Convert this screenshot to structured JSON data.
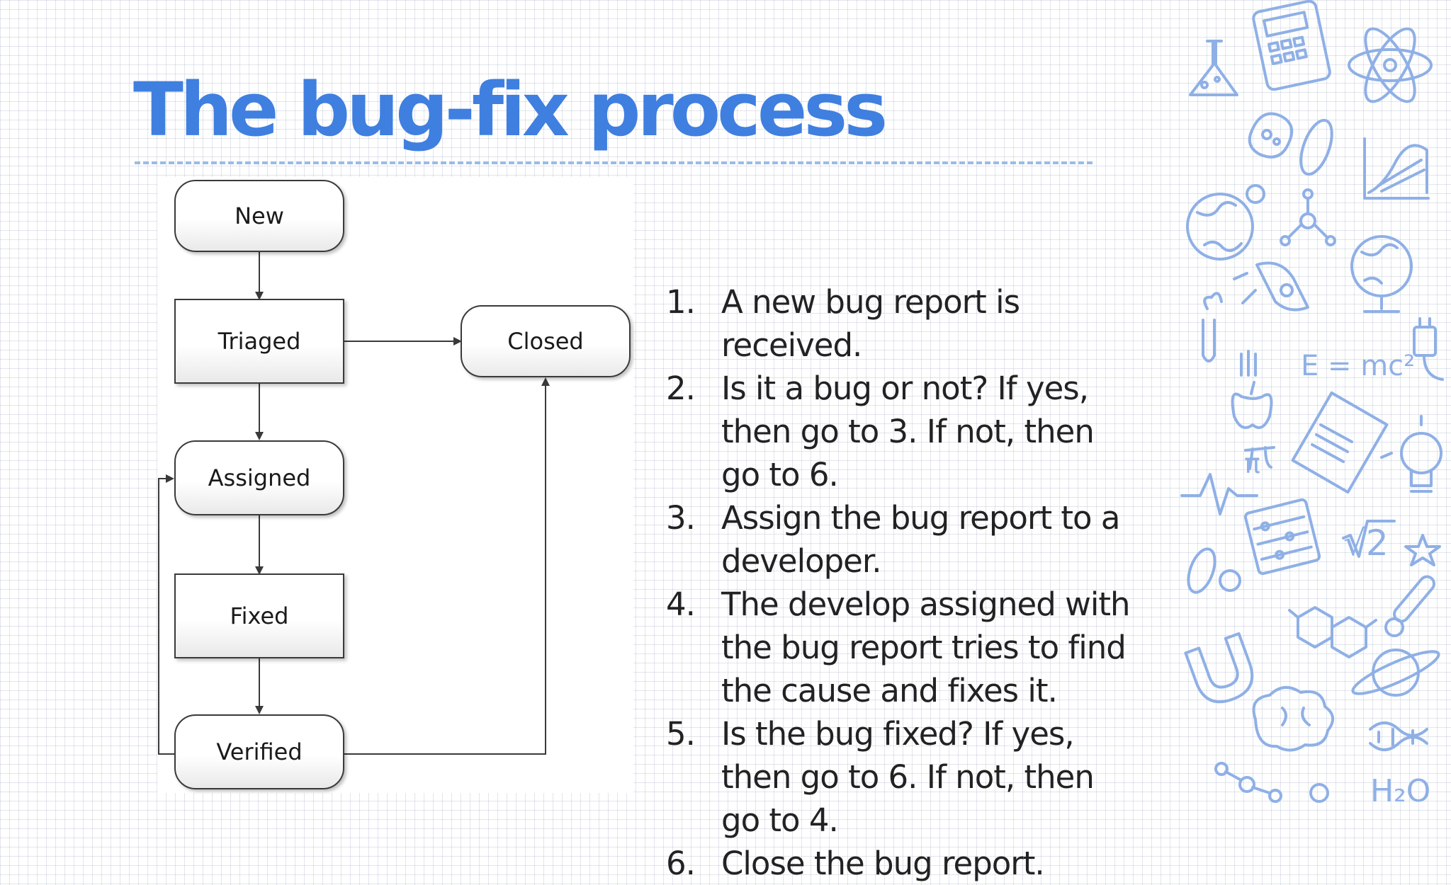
{
  "slide": {
    "title": "The bug-fix process",
    "accent_color": "#3f7fe0",
    "doodle_color": "#8fb0e6"
  },
  "diagram": {
    "nodes": {
      "new": "New",
      "triaged": "Triaged",
      "closed": "Closed",
      "assigned": "Assigned",
      "fixed": "Fixed",
      "verified": "Verified"
    },
    "edges": [
      [
        "New",
        "Triaged"
      ],
      [
        "Triaged",
        "Closed"
      ],
      [
        "Triaged",
        "Assigned"
      ],
      [
        "Assigned",
        "Fixed"
      ],
      [
        "Fixed",
        "Verified"
      ],
      [
        "Verified",
        "Closed"
      ],
      [
        "Verified",
        "Assigned"
      ]
    ]
  },
  "steps": [
    {
      "num": "1.",
      "text": "A new bug report is received."
    },
    {
      "num": "2.",
      "text": "Is it a bug or not? If yes, then go to 3. If not, then go to 6."
    },
    {
      "num": "3.",
      "text": "Assign the bug report to a developer."
    },
    {
      "num": "4.",
      "text": "The develop assigned with the bug report tries to find the cause and fixes it."
    },
    {
      "num": "5.",
      "text": "Is the bug fixed? If yes, then go to 6. If not, then go to 4."
    },
    {
      "num": "6.",
      "text": "Close the bug report."
    }
  ],
  "doodle_icons": [
    "flask-icon",
    "calculator-icon",
    "atom-icon",
    "bacteria-icon",
    "graph-icon",
    "globe-icon",
    "molecule-icon",
    "rocket-icon",
    "test-tube-icon",
    "apple-icon",
    "formula-emc2-icon",
    "plug-icon",
    "book-icon",
    "lightbulb-icon",
    "heartbeat-icon",
    "pi-icon",
    "abacus-icon",
    "sqrt2-icon",
    "star-icon",
    "pills-icon",
    "hexagon-molecule-icon",
    "thermometer-icon",
    "magnet-icon",
    "planet-icon",
    "brain-icon",
    "dna-icon",
    "h2o-icon"
  ],
  "doodle_text": {
    "emc2": "E = mc²",
    "sqrt2": "√2",
    "pi": "π",
    "h2o": "H₂O"
  }
}
